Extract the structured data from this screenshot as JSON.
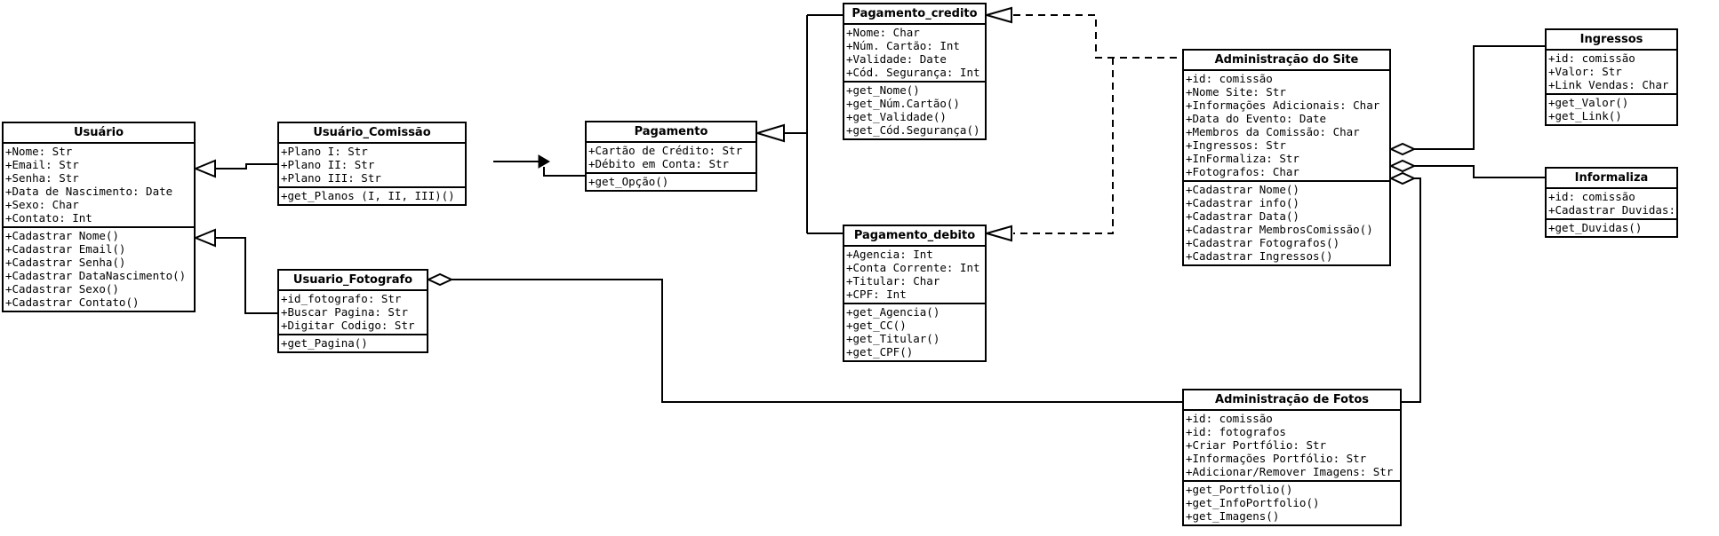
{
  "diagram_type": "UML class diagram",
  "colors": {
    "background": "#ffffff",
    "box_fill": "#ffffff",
    "line": "#000000",
    "text": "#000000"
  },
  "classes": {
    "usuario": {
      "title": "Usuário",
      "attributes": [
        "+Nome: Str",
        "+Email: Str",
        "+Senha: Str",
        "+Data de Nascimento: Date",
        "+Sexo: Char",
        "+Contato: Int"
      ],
      "methods": [
        "+Cadastrar Nome()",
        "+Cadastrar Email()",
        "+Cadastrar Senha()",
        "+Cadastrar DataNascimento()",
        "+Cadastrar Sexo()",
        "+Cadastrar Contato()"
      ]
    },
    "usuario_comissao": {
      "title": "Usuário_Comissão",
      "attributes": [
        "+Plano I: Str",
        "+Plano II: Str",
        "+Plano III: Str"
      ],
      "methods": [
        "+get_Planos (I, II, III)()"
      ]
    },
    "usuario_fotografo": {
      "title": "Usuario_Fotografo",
      "attributes": [
        "+id_fotografo: Str",
        "+Buscar Pagina: Str",
        "+Digitar Codigo: Str"
      ],
      "methods": [
        "+get_Pagina()"
      ]
    },
    "pagamento": {
      "title": "Pagamento",
      "attributes": [
        "+Cartão de Crédito: Str",
        "+Débito em Conta: Str"
      ],
      "methods": [
        "+get_Opção()"
      ]
    },
    "pagamento_credito": {
      "title": "Pagamento_credito",
      "attributes": [
        "+Nome: Char",
        "+Núm. Cartão: Int",
        "+Validade: Date",
        "+Cód. Segurança: Int"
      ],
      "methods": [
        "+get_Nome()",
        "+get_Núm.Cartão()",
        "+get_Validade()",
        "+get_Cód.Segurança()"
      ]
    },
    "pagamento_debito": {
      "title": "Pagamento_debito",
      "attributes": [
        "+Agencia: Int",
        "+Conta Corrente: Int",
        "+Titular: Char",
        "+CPF: Int"
      ],
      "methods": [
        "+get_Agencia()",
        "+get_CC()",
        "+get_Titular()",
        "+get_CPF()"
      ]
    },
    "adm_site": {
      "title": "Administração do Site",
      "attributes": [
        "+id: comissão",
        "+Nome Site: Str",
        "+Informações Adicionais: Char",
        "+Data do Evento: Date",
        "+Membros da Comissão: Char",
        "+Ingressos: Str",
        "+InFormaliza: Str",
        "+Fotografos: Char"
      ],
      "methods": [
        "+Cadastrar Nome()",
        "+Cadastrar info()",
        "+Cadastrar Data()",
        "+Cadastrar MembrosComissão()",
        "+Cadastrar Fotografos()",
        "+Cadastrar Ingressos()"
      ]
    },
    "ingressos": {
      "title": "Ingressos",
      "attributes": [
        "+id: comissão",
        "+Valor: Str",
        "+Link Vendas: Char"
      ],
      "methods": [
        "+get_Valor()",
        "+get_Link()"
      ]
    },
    "informaliza": {
      "title": "Informaliza",
      "attributes": [
        "+id: comissão",
        "+Cadastrar Duvidas: Char"
      ],
      "methods": [
        "+get_Duvidas()"
      ]
    },
    "adm_fotos": {
      "title": "Administração de Fotos",
      "attributes": [
        "+id: comissão",
        "+id: fotografos",
        "+Criar Portfólio: Str",
        "+Informações Portfólio: Str",
        "+Adicionar/Remover Imagens: Str"
      ],
      "methods": [
        "+get_Portfolio()",
        "+get_InfoPortfolio()",
        "+get_Imagens()"
      ]
    }
  },
  "relationships": [
    {
      "from": "Usuário_Comissão",
      "to": "Usuário",
      "type": "generalization"
    },
    {
      "from": "Usuario_Fotografo",
      "to": "Usuário",
      "type": "generalization"
    },
    {
      "from": "Usuário_Comissão",
      "to": "Pagamento",
      "type": "directed-association"
    },
    {
      "from": "Pagamento_credito",
      "to": "Pagamento",
      "type": "generalization"
    },
    {
      "from": "Pagamento_debito",
      "to": "Pagamento",
      "type": "generalization"
    },
    {
      "from": "Administração do Site",
      "to": "Pagamento_credito",
      "type": "dashed-generalization"
    },
    {
      "from": "Administração do Site",
      "to": "Pagamento_debito",
      "type": "dashed-generalization"
    },
    {
      "from": "Ingressos",
      "to": "Administração do Site",
      "type": "aggregation"
    },
    {
      "from": "Informaliza",
      "to": "Administração do Site",
      "type": "aggregation"
    },
    {
      "from": "Administração de Fotos",
      "to": "Administração do Site",
      "type": "aggregation"
    },
    {
      "from": "Administração de Fotos",
      "to": "Usuario_Fotografo",
      "type": "aggregation"
    }
  ]
}
